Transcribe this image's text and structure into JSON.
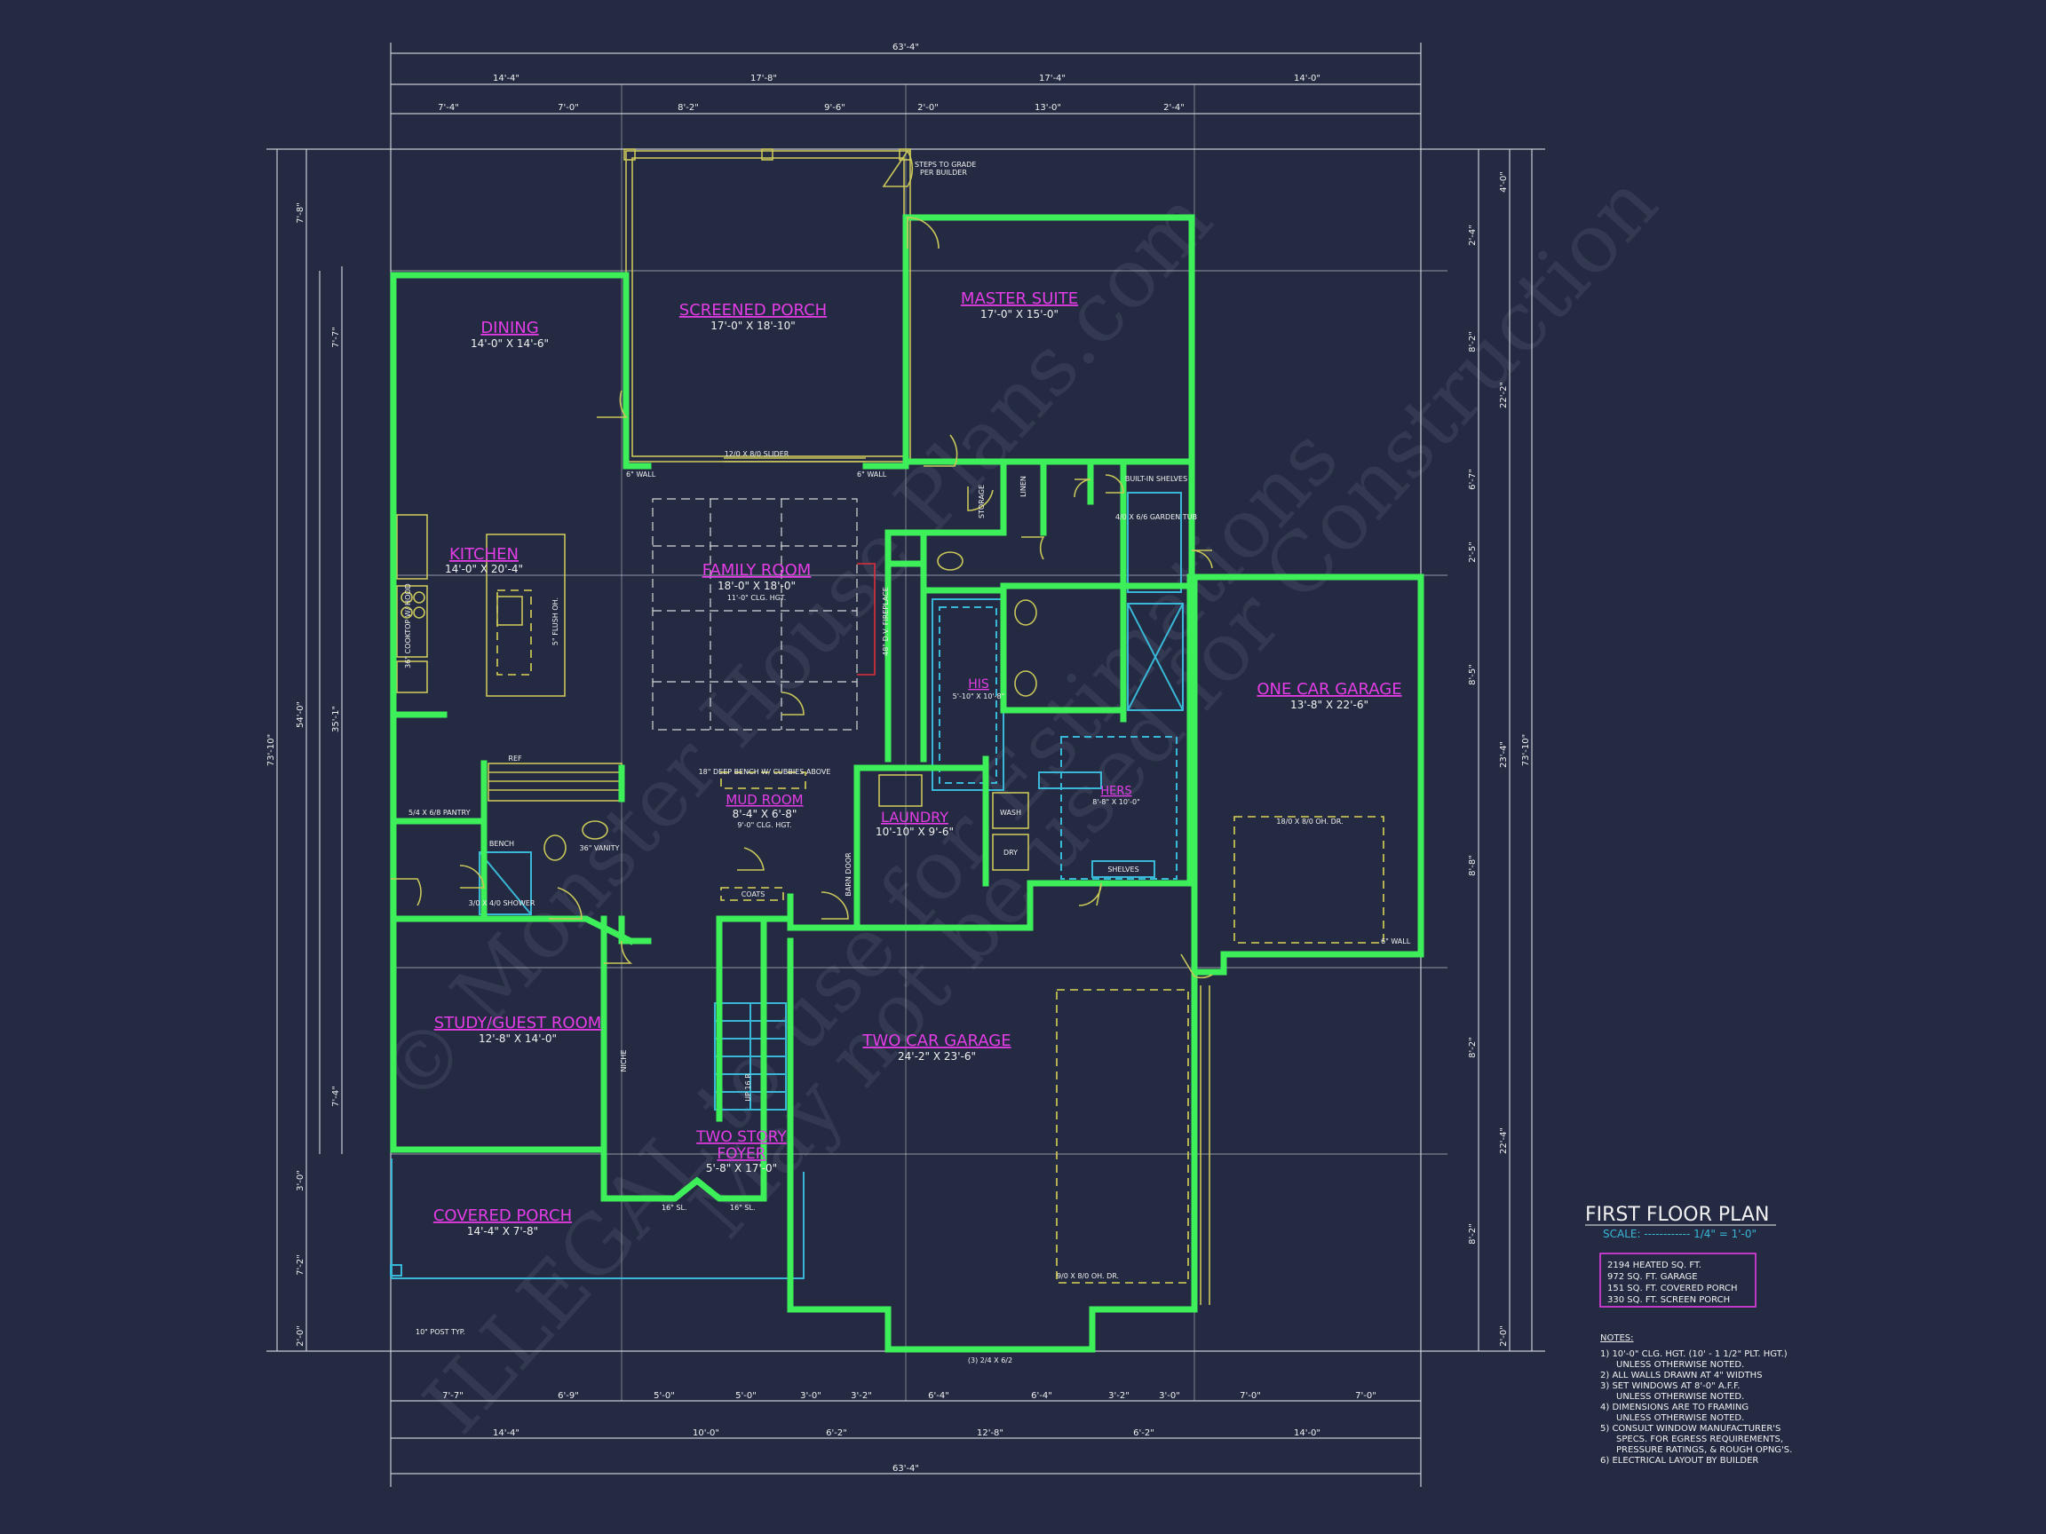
{
  "watermark": {
    "line1": "© Monster House Plans.com",
    "line2": "May not be used for Construction",
    "line3": "ILLEGAL to use for Estimations"
  },
  "rooms": {
    "dining": {
      "name": "DINING",
      "size": "14'-0\" X 14'-6\""
    },
    "screened_porch": {
      "name": "SCREENED PORCH",
      "size": "17'-0\" X 18'-10\""
    },
    "master_suite": {
      "name": "MASTER SUITE",
      "size": "17'-0\" X 15'-0\""
    },
    "kitchen": {
      "name": "KITCHEN",
      "size": "14'-0\" X 20'-4\""
    },
    "family_room": {
      "name": "FAMILY ROOM",
      "size": "18'-0\" X 18'-0\"",
      "note": "11'-0\" CLG. HGT."
    },
    "his": {
      "name": "HIS",
      "size": "5'-10\" X 10'-8\""
    },
    "one_car_garage": {
      "name": "ONE CAR GARAGE",
      "size": "13'-8\" X 22'-6\""
    },
    "mud_room": {
      "name": "MUD ROOM",
      "size": "8'-4\" X 6'-8\"",
      "note": "9'-0\" CLG. HGT."
    },
    "laundry": {
      "name": "LAUNDRY",
      "size": "10'-10\" X 9'-6\""
    },
    "hers": {
      "name": "HERS",
      "size": "8'-8\" X 10'-0\""
    },
    "study": {
      "name": "STUDY/GUEST ROOM",
      "size": "12'-8\" X 14'-0\""
    },
    "two_car_garage": {
      "name": "TWO CAR GARAGE",
      "size": "24'-2\" X 23'-6\""
    },
    "foyer": {
      "name1": "TWO STORY",
      "name2": "FOYER",
      "size": "5'-8\" X 17'-0\""
    },
    "covered_porch": {
      "name": "COVERED PORCH",
      "size": "14'-4\" X 7'-8\""
    }
  },
  "dims": {
    "overall_top": "63'-4\"",
    "overall_bottom": "63'-4\"",
    "top_row2": [
      "14'-4\"",
      "17'-8\"",
      "17'-4\"",
      "14'-0\""
    ],
    "top_row3": [
      "7'-4\"",
      "7'-0\"",
      "8'-2\"",
      "9'-6\"",
      "2'-0\"",
      "13'-0\"",
      "2'-4\""
    ],
    "bottom_row1": [
      "7'-7\"",
      "6'-9\"",
      "5'-0\"",
      "5'-0\"",
      "3'-0\"",
      "3'-2\"",
      "6'-4\"",
      "6'-4\"",
      "3'-2\"",
      "3'-0\"",
      "7'-0\"",
      "7'-0\""
    ],
    "bottom_row2": [
      "14'-4\"",
      "10'-0\"",
      "6'-2\"",
      "12'-8\"",
      "6'-2\"",
      "14'-0\""
    ],
    "left_overall": "73'-10\"",
    "left_mid": "54'-0\"",
    "left_inner": "35'-1\"",
    "left_segments": [
      "7'-8\"",
      "7'-7\"",
      "7'-4\"",
      "3'-0\"",
      "7'-2\"",
      "2'-0\""
    ],
    "right_overall": "73'-10\"",
    "right_mid": "23'-4\"",
    "right_mid2": "22'-2\"",
    "right_segments": [
      "4'-0\"",
      "2'-4\"",
      "8'-2\"",
      "6'-7\"",
      "2'-5\"",
      "8'-5\"",
      "8'-8\"",
      "8'-2\"",
      "22'-4\"",
      "8'-2\"",
      "2'-0\""
    ]
  },
  "labels": {
    "steps": "STEPS TO GRADE",
    "per_builder": "PER BUILDER",
    "slider": "12/0 X 8/0 SLIDER",
    "fireplace": "48\" D.V. FIREPLACE",
    "garage_door_1": "9/0 X 8/0 OH. DR.",
    "garage_door_2": "18/0 X 8/0 OH. DR.",
    "post": "10\" POST TYP.",
    "front_window": "(3) 2/4 X 6/2",
    "pantry": "5/4 X 6/8 PANTRY",
    "shower": "3/0 X 4/0 SHOWER",
    "vanity": "36\" VANITY",
    "garden_tub": "4/0 X 6/6 GARDEN TUB",
    "built_in_shelves": "BUILT-IN SHELVES",
    "storage": "STORAGE",
    "linen": "LINEN",
    "coats": "COATS",
    "bench": "BENCH",
    "deep_bench": "18\" DEEP BENCH W/ CUBBIES ABOVE",
    "wash": "WASH",
    "dry": "DRY",
    "shelves": "SHELVES",
    "ref": "REF",
    "cooktop": "36\" COOKTOP W/ HOOD",
    "flush_oh": "5\" FLUSH OH.",
    "barn_door": "BARN DOOR",
    "up": "UP 16 R",
    "niche": "NICHE",
    "six_wall": "6\" WALL",
    "sl": "16\" SL."
  },
  "legend": {
    "title": "FIRST FLOOR PLAN",
    "scale": "SCALE: ------------ 1/4\" = 1'-0\"",
    "areas": [
      "2194 HEATED SQ. FT.",
      "972 SQ. FT. GARAGE",
      "151 SQ. FT. COVERED PORCH",
      "330 SQ. FT. SCREEN PORCH"
    ]
  },
  "notes": {
    "title": "NOTES:",
    "items": [
      "1) 10'-0\" CLG. HGT. (10' - 1 1/2\" PLT. HGT.)",
      "UNLESS OTHERWISE NOTED.",
      "2) ALL WALLS DRAWN AT 4\" WIDTHS",
      "3) SET WINDOWS AT 8'-0\" A.F.F.",
      "UNLESS OTHERWISE NOTED.",
      "4) DIMENSIONS ARE TO FRAMING",
      "UNLESS OTHERWISE NOTED.",
      "5) CONSULT WINDOW MANUFACTURER'S",
      "SPECS. FOR EGRESS REQUIREMENTS,",
      "PRESSURE RATINGS, & ROUGH OPNG'S.",
      "6) ELECTRICAL LAYOUT BY BUILDER"
    ]
  }
}
